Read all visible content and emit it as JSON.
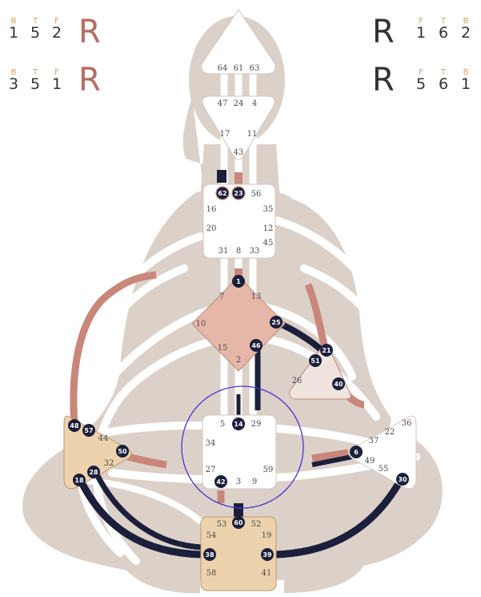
{
  "corners": {
    "top_left": {
      "letters": {
        "a": "B",
        "b": "T",
        "c": "F"
      },
      "values": {
        "a": "1",
        "b": "5",
        "c": "2"
      },
      "big": "R",
      "letter_color": "#d9a06a",
      "big_color": "#b86b62"
    },
    "mid_left": {
      "letters": {
        "a": "B",
        "b": "T",
        "c": "F"
      },
      "values": {
        "a": "3",
        "b": "5",
        "c": "1"
      },
      "big": "R",
      "letter_color": "#d9a06a",
      "big_color": "#b86b62"
    },
    "top_right": {
      "big": "R",
      "letters": {
        "a": "F",
        "b": "T",
        "c": "B"
      },
      "values": {
        "a": "1",
        "b": "6",
        "c": "2"
      },
      "letter_color": "#d9a06a",
      "big_color": "#333333"
    },
    "mid_right": {
      "big": "R",
      "letters": {
        "a": "F",
        "b": "T",
        "c": "B"
      },
      "values": {
        "a": "5",
        "b": "6",
        "c": "1"
      },
      "letter_color": "#d9a06a",
      "big_color": "#333333"
    }
  },
  "colors": {
    "silhouette": "#dcd1c9",
    "channel": "#ffffff",
    "design_red": "#c9867a",
    "personality_black": "#1b1f3b",
    "defined_center_tan": "#edd3ad",
    "g_center": "#e6b7a9",
    "spleen_light": "#f1e3de",
    "highlight_circle": "#4b35d1"
  },
  "centers": {
    "head": {
      "gates": {
        "g64": "64",
        "g61": "61",
        "g63": "63"
      }
    },
    "ajna": {
      "gates": {
        "g47": "47",
        "g24": "24",
        "g4": "4",
        "g17": "17",
        "g11": "11",
        "g43": "43"
      }
    },
    "throat": {
      "gates": {
        "g62": "62",
        "g23": "23",
        "g56": "56",
        "g16": "16",
        "g35": "35",
        "g20": "20",
        "g12": "12",
        "g45": "45",
        "g31": "31",
        "g8": "8",
        "g33": "33"
      }
    },
    "g": {
      "gates": {
        "g1": "1",
        "g7": "7",
        "g13": "13",
        "g10": "10",
        "g25": "25",
        "g15": "15",
        "g46": "46",
        "g2": "2"
      }
    },
    "heart": {
      "gates": {
        "g21": "21",
        "g51": "51",
        "g26": "26",
        "g40": "40"
      }
    },
    "sacral": {
      "gates": {
        "g5": "5",
        "g14": "14",
        "g29": "29",
        "g34": "34",
        "g27": "27",
        "g59": "59",
        "g42": "42",
        "g3": "3",
        "g9": "9"
      }
    },
    "spleen": {
      "gates": {
        "g48": "48",
        "g57": "57",
        "g44": "44",
        "g50": "50",
        "g32": "32",
        "g28": "28",
        "g18": "18"
      }
    },
    "solar": {
      "gates": {
        "g36": "36",
        "g22": "22",
        "g37": "37",
        "g6": "6",
        "g49": "49",
        "g55": "55",
        "g30": "30"
      }
    },
    "root": {
      "gates": {
        "g60": "60",
        "g53": "53",
        "g52": "52",
        "g54": "54",
        "g19": "19",
        "g38": "38",
        "g39": "39",
        "g58": "58",
        "g41": "41"
      }
    }
  }
}
